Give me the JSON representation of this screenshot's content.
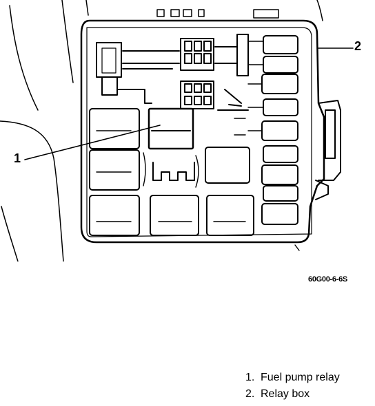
{
  "figure": {
    "code": "60G00-6-6S",
    "callouts": [
      "1",
      "2"
    ],
    "legend": [
      {
        "number": "1.",
        "label": "Fuel pump relay"
      },
      {
        "number": "2.",
        "label": "Relay box"
      }
    ]
  }
}
